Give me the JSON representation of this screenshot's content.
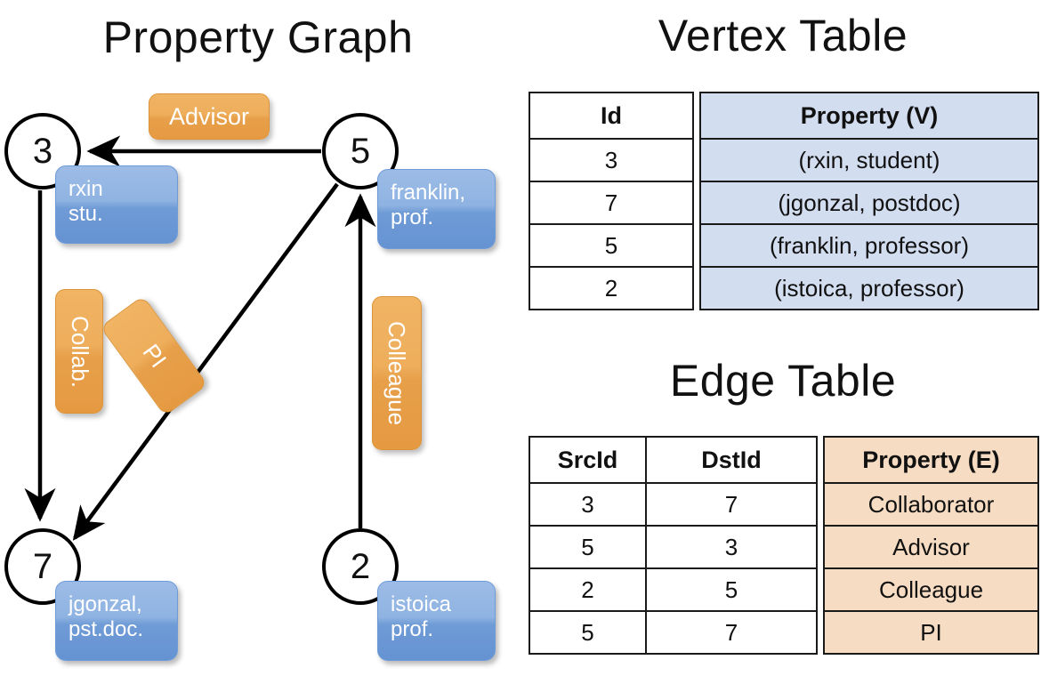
{
  "titles": {
    "property_graph": "Property Graph",
    "vertex_table": "Vertex Table",
    "edge_table": "Edge Table"
  },
  "colors": {
    "vertex_property_fill": "#d3ddf0",
    "edge_property_fill": "#f6dcc2",
    "node_property_box": "#6f9bd6",
    "edge_label_box": "#e79f49",
    "border": "#1a1a1a",
    "background": "#ffffff"
  },
  "graph": {
    "nodes": [
      {
        "id": "3",
        "property_lines": [
          "rxin",
          "stu."
        ]
      },
      {
        "id": "5",
        "property_lines": [
          "franklin,",
          "prof."
        ]
      },
      {
        "id": "7",
        "property_lines": [
          "jgonzal,",
          "pst.doc."
        ]
      },
      {
        "id": "2",
        "property_lines": [
          "istoica",
          "prof."
        ]
      }
    ],
    "edge_labels": [
      {
        "name": "advisor",
        "label": "Advisor",
        "orientation": "horizontal"
      },
      {
        "name": "collab",
        "label": "Collab.",
        "orientation": "vertical"
      },
      {
        "name": "pi",
        "label": "PI",
        "orientation": "diagonal"
      },
      {
        "name": "colleague",
        "label": "Colleague",
        "orientation": "vertical"
      }
    ],
    "edges": [
      {
        "src": "5",
        "dst": "3",
        "label": "Advisor"
      },
      {
        "src": "3",
        "dst": "7",
        "label": "Collab."
      },
      {
        "src": "5",
        "dst": "7",
        "label": "PI"
      },
      {
        "src": "2",
        "dst": "5",
        "label": "Colleague"
      }
    ]
  },
  "vertex_table": {
    "headers": [
      "Id",
      "Property (V)"
    ],
    "rows": [
      {
        "id": "3",
        "property": "(rxin, student)"
      },
      {
        "id": "7",
        "property": "(jgonzal, postdoc)"
      },
      {
        "id": "5",
        "property": "(franklin, professor)"
      },
      {
        "id": "2",
        "property": "(istoica, professor)"
      }
    ]
  },
  "edge_table": {
    "headers": [
      "SrcId",
      "DstId",
      "Property (E)"
    ],
    "rows": [
      {
        "src": "3",
        "dst": "7",
        "property": "Collaborator"
      },
      {
        "src": "5",
        "dst": "3",
        "property": "Advisor"
      },
      {
        "src": "2",
        "dst": "5",
        "property": "Colleague"
      },
      {
        "src": "5",
        "dst": "7",
        "property": "PI"
      }
    ]
  }
}
